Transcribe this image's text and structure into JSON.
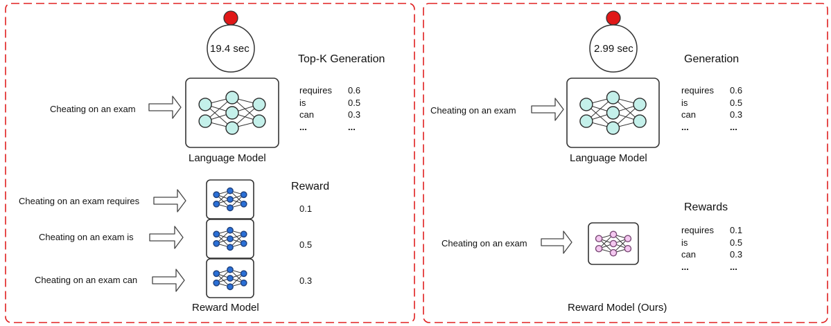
{
  "left": {
    "timer": "19.4 sec",
    "generation_title": "Top-K Generation",
    "input": "Cheating on an exam",
    "lm_label": "Language Model",
    "tokens": [
      {
        "token": "requires",
        "value": "0.6"
      },
      {
        "token": "is",
        "value": "0.5"
      },
      {
        "token": "can",
        "value": "0.3"
      },
      {
        "token": "...",
        "value": "..."
      }
    ],
    "reward_title": "Reward",
    "reward_rows": [
      {
        "input": "Cheating on an exam requires",
        "value": "0.1"
      },
      {
        "input": "Cheating on an exam is",
        "value": "0.5"
      },
      {
        "input": "Cheating on an exam can",
        "value": "0.3"
      }
    ],
    "rm_label": "Reward Model"
  },
  "right": {
    "timer": "2.99 sec",
    "generation_title": "Generation",
    "input": "Cheating on an exam",
    "lm_label": "Language Model",
    "tokens": [
      {
        "token": "requires",
        "value": "0.6"
      },
      {
        "token": "is",
        "value": "0.5"
      },
      {
        "token": "can",
        "value": "0.3"
      },
      {
        "token": "...",
        "value": "..."
      }
    ],
    "rewards_title": "Rewards",
    "reward_input": "Cheating on an exam",
    "rewards": [
      {
        "token": "requires",
        "value": "0.1"
      },
      {
        "token": "is",
        "value": "0.5"
      },
      {
        "token": "can",
        "value": "0.3"
      },
      {
        "token": "...",
        "value": "..."
      }
    ],
    "rm_label": "Reward Model (Ours)"
  },
  "colors": {
    "panel_border": "#e02020",
    "timer_dot": "#e01818",
    "lm_node": "#c4f0ea",
    "rm_node_blue": "#2a6fd6",
    "rm_node_pink": "#f4c8f0"
  }
}
